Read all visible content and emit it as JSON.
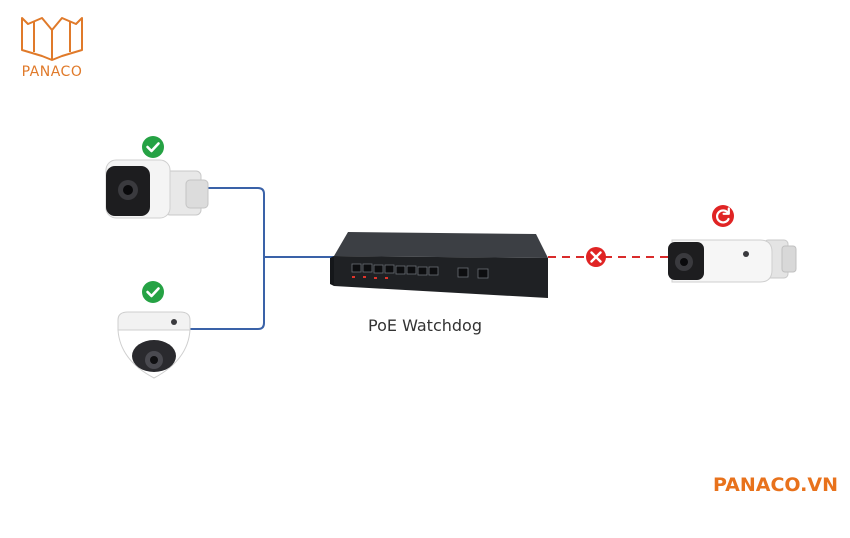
{
  "brand": {
    "logo_text": "PANACO",
    "website": "PANACO.VN",
    "logo_icon": "open-book-icon",
    "brand_color": "#e07a2a"
  },
  "diagram": {
    "switch_label": "PoE Watchdog",
    "nodes": [
      {
        "id": "bullet-camera-left",
        "type": "bullet-camera",
        "status": "ok",
        "status_icon": "check-circle-icon",
        "status_color": "#25a244"
      },
      {
        "id": "dome-camera",
        "type": "dome-camera",
        "status": "ok",
        "status_icon": "check-circle-icon",
        "status_color": "#25a244"
      },
      {
        "id": "bullet-camera-right",
        "type": "bullet-camera",
        "status": "restarting",
        "status_icon": "restart-circle-icon",
        "status_color": "#e02424"
      }
    ],
    "links": [
      {
        "from": "bullet-camera-left",
        "to": "poe-switch",
        "state": "connected",
        "color": "#3a62a8"
      },
      {
        "from": "dome-camera",
        "to": "poe-switch",
        "state": "connected",
        "color": "#3a62a8"
      },
      {
        "from": "poe-switch",
        "to": "bullet-camera-right",
        "state": "broken",
        "color": "#d92b2b",
        "break_icon": "x-circle-icon"
      }
    ]
  }
}
